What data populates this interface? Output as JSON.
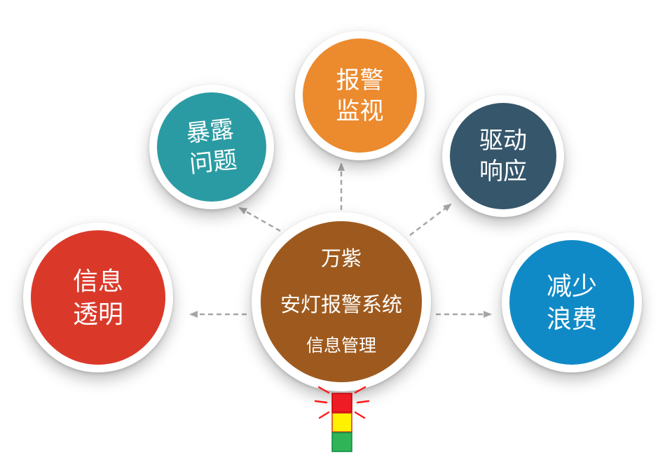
{
  "center": {
    "line1": "万紫",
    "line2": "安灯报警系统",
    "line3": "信息管理",
    "color": "#9E5A1E"
  },
  "nodes": {
    "expose": {
      "line1": "暴露",
      "line2": "问题",
      "color": "#2B9BA3"
    },
    "alarm": {
      "line1": "报警",
      "line2": "监视",
      "color": "#EC8A2E"
    },
    "drive": {
      "line1": "驱动",
      "line2": "响应",
      "color": "#35566B"
    },
    "info": {
      "line1": "信息",
      "line2": "透明",
      "color": "#DA392A"
    },
    "reduce": {
      "line1": "减少",
      "line2": "浪费",
      "color": "#108AC6"
    }
  },
  "connectors": {
    "color": "#A6A6A6"
  },
  "andon": {
    "red": "#EE1C25",
    "yellow": "#FFF100",
    "green": "#2FB457",
    "ray_color": "#FF1A1A"
  }
}
